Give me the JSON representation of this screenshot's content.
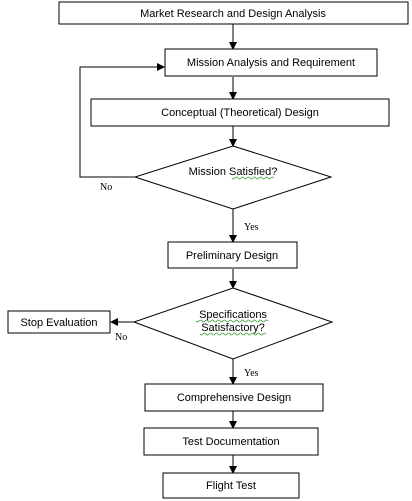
{
  "nodes": {
    "market_research": "Market Research and Design Analysis",
    "mission_analysis": "Mission Analysis and Requirement",
    "conceptual_design": "Conceptual (Theoretical) Design",
    "mission_satisfied": "Mission Satisfied?",
    "preliminary_design": "Preliminary Design",
    "specifications_line1": "Specifications",
    "specifications_line2": "Satisfactory?",
    "stop_evaluation": "Stop Evaluation",
    "comprehensive_design": "Comprehensive Design",
    "test_documentation": "Test Documentation",
    "flight_test": "Flight Test"
  },
  "edges": {
    "mission_no": "No",
    "mission_yes": "Yes",
    "spec_no": "No",
    "spec_yes": "Yes"
  }
}
